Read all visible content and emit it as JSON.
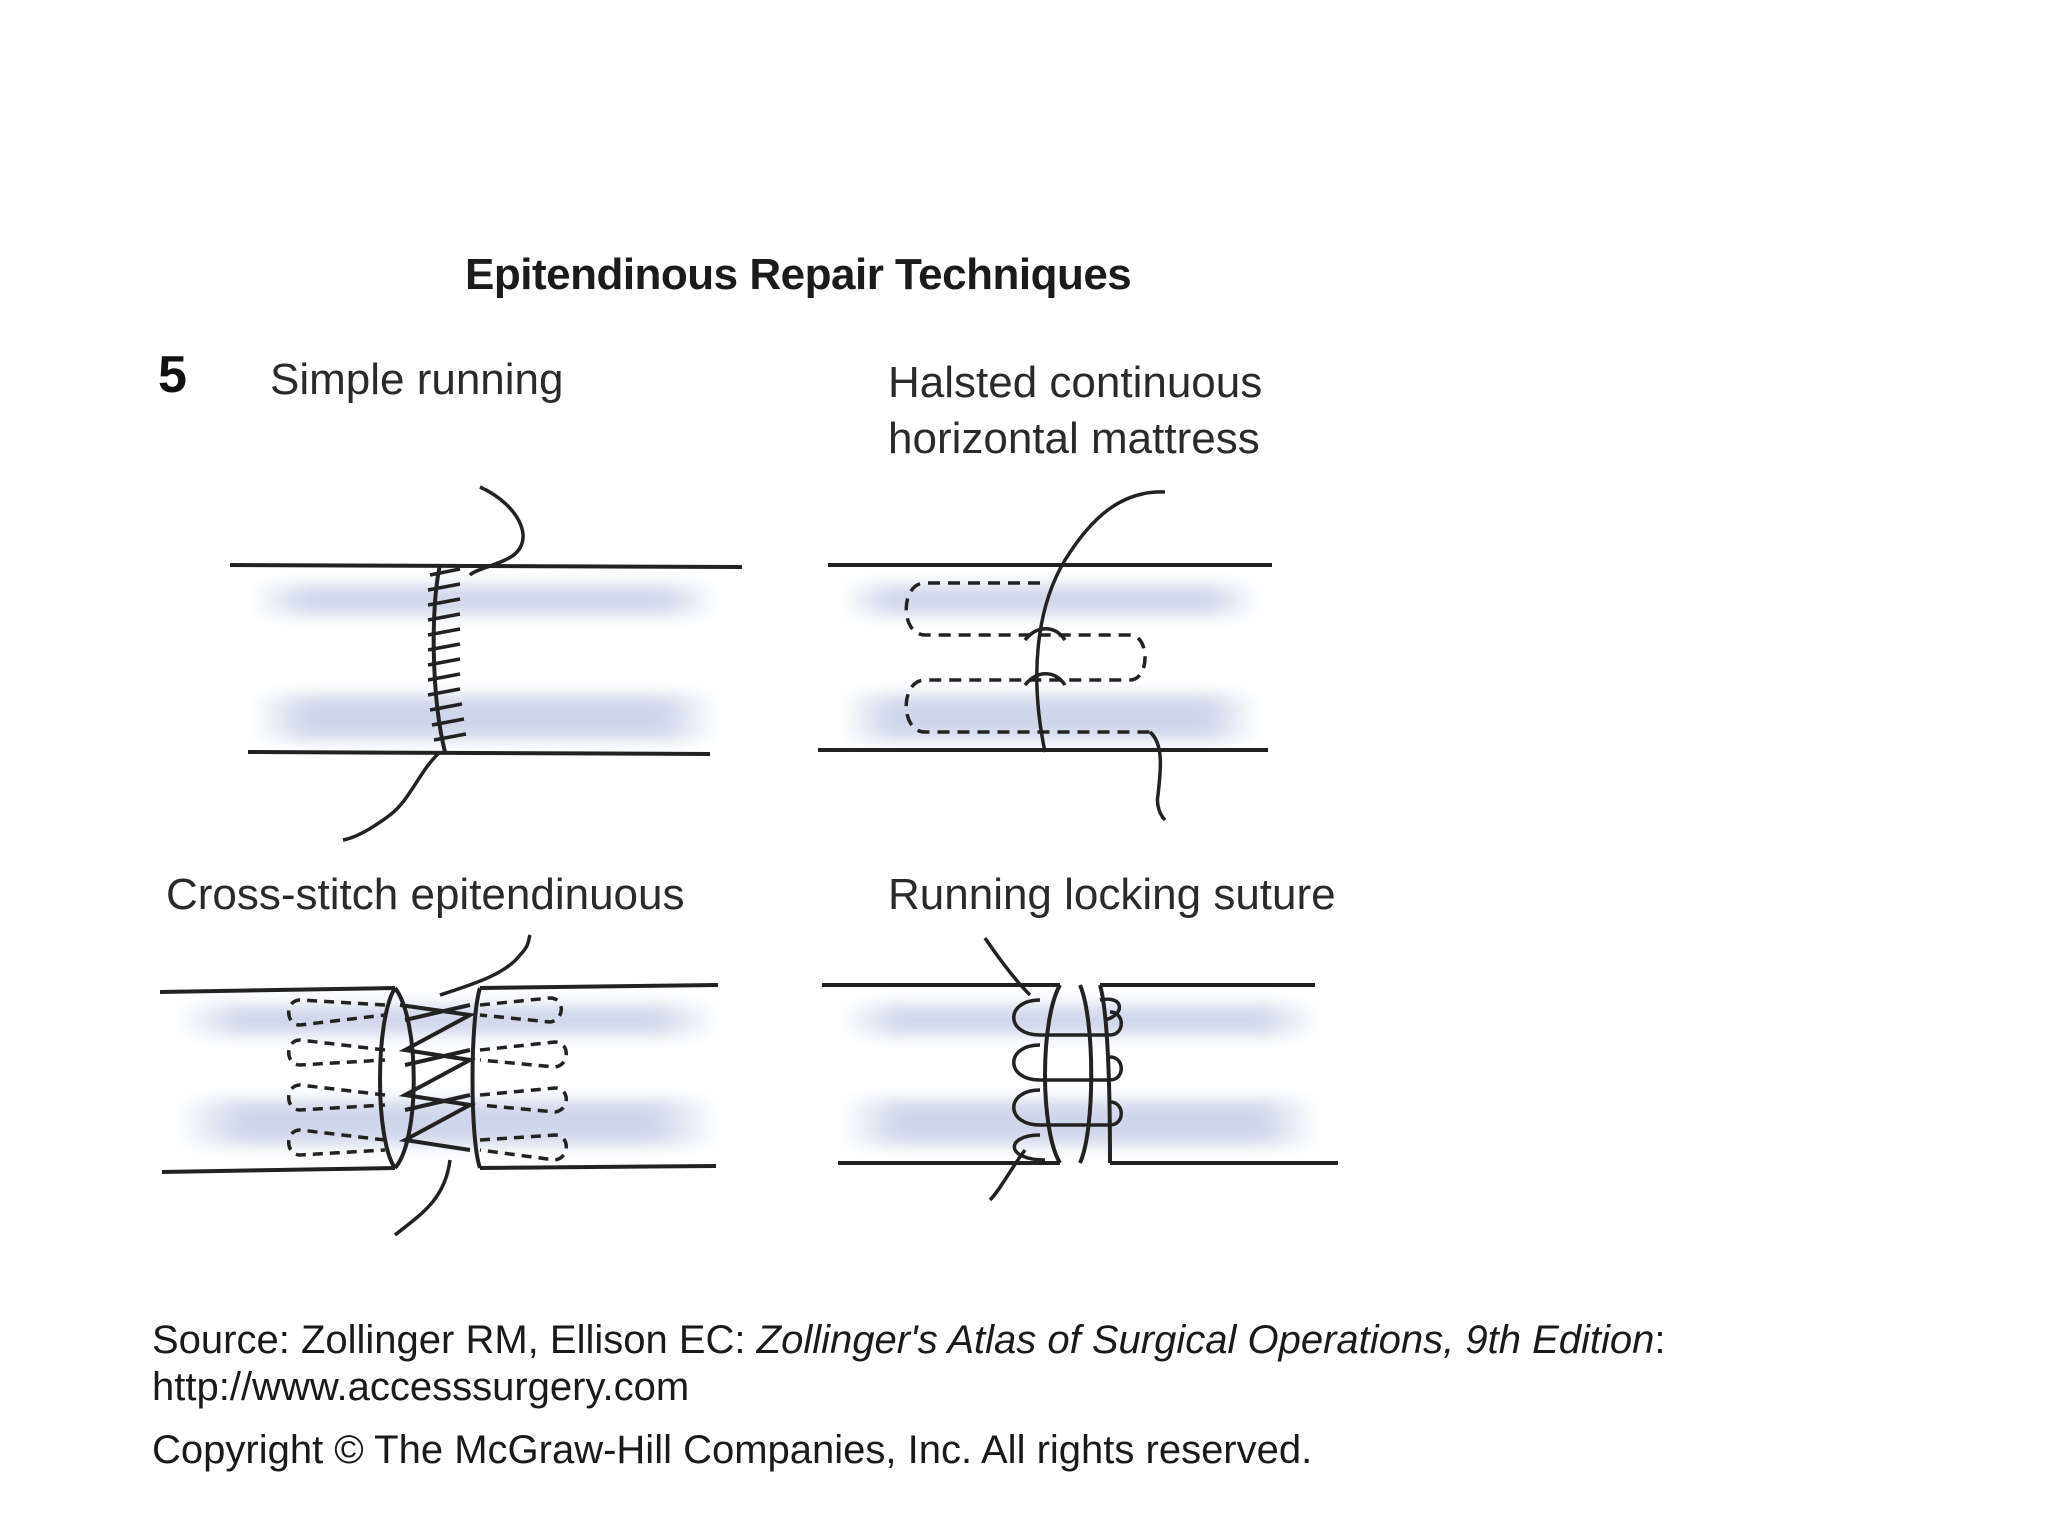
{
  "figure": {
    "title": "Epitendinous Repair Techniques",
    "number": "5",
    "panels": [
      {
        "label": "Simple running"
      },
      {
        "label_line1": "Halsted continuous",
        "label_line2": "horizontal mattress"
      },
      {
        "label": "Cross-stitch epitendinuous"
      },
      {
        "label": "Running locking suture"
      }
    ]
  },
  "caption": {
    "source_prefix": "Source: Zollinger RM, Ellison EC: ",
    "source_book": "Zollinger's Atlas of Surgical Operations, 9th Edition",
    "source_suffix": ":",
    "url": "http://www.accesssurgery.com",
    "copyright": "Copyright © The McGraw-Hill Companies, Inc. All rights reserved."
  },
  "colors": {
    "tendon_shade": "#c9d3e8",
    "line": "#1a1a1a"
  }
}
